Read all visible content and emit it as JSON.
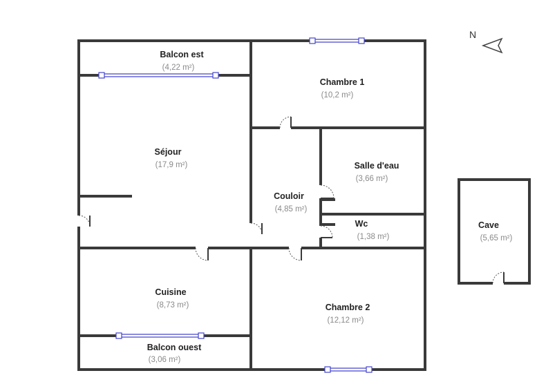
{
  "compass": {
    "label": "N"
  },
  "rooms": {
    "balcon_est": {
      "name": "Balcon est",
      "area": "(4,22 m²)"
    },
    "chambre1": {
      "name": "Chambre 1",
      "area": "(10,2 m²)"
    },
    "sejour": {
      "name": "Séjour",
      "area": "(17,9 m²)"
    },
    "salle_eau": {
      "name": "Salle d'eau",
      "area": "(3,66 m²)"
    },
    "couloir": {
      "name": "Couloir",
      "area": "(4,85 m²)"
    },
    "wc": {
      "name": "Wc",
      "area": "(1,38 m²)"
    },
    "cave": {
      "name": "Cave",
      "area": "(5,65 m²)"
    },
    "cuisine": {
      "name": "Cuisine",
      "area": "(8,73 m²)"
    },
    "chambre2": {
      "name": "Chambre 2",
      "area": "(12,12 m²)"
    },
    "balcon_ouest": {
      "name": "Balcon ouest",
      "area": "(3,06 m²)"
    }
  },
  "colors": {
    "wall": "#3a3a3a",
    "window": "#4444cc",
    "label": "#222222",
    "area": "#8a8a8a"
  }
}
